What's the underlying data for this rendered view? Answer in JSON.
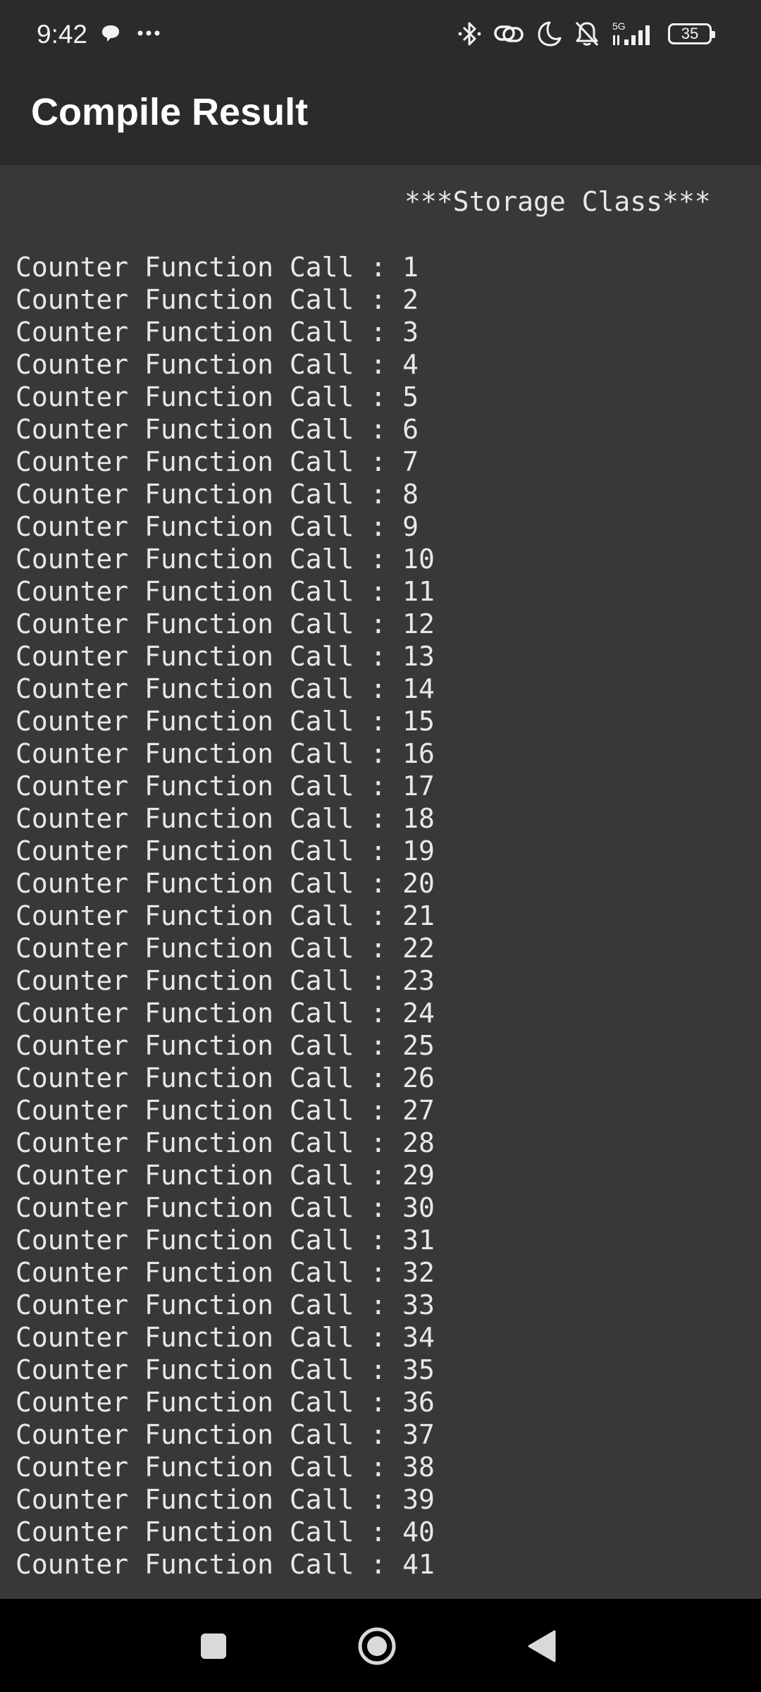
{
  "status_bar": {
    "time": "9:42",
    "left_icons": [
      "chat-bubble-icon",
      "more-dots-icon"
    ],
    "right_icons": [
      "bluetooth-icon",
      "link-icon",
      "moon-icon",
      "bell-off-icon",
      "signal-5g-icon"
    ],
    "network": "5G",
    "battery": "35"
  },
  "app_bar": {
    "title": "Compile Result"
  },
  "console": {
    "header": "***Storage Class***",
    "lines": [
      "Counter Function Call : 1",
      "Counter Function Call : 2",
      "Counter Function Call : 3",
      "Counter Function Call : 4",
      "Counter Function Call : 5",
      "Counter Function Call : 6",
      "Counter Function Call : 7",
      "Counter Function Call : 8",
      "Counter Function Call : 9",
      "Counter Function Call : 10",
      "Counter Function Call : 11",
      "Counter Function Call : 12",
      "Counter Function Call : 13",
      "Counter Function Call : 14",
      "Counter Function Call : 15",
      "Counter Function Call : 16",
      "Counter Function Call : 17",
      "Counter Function Call : 18",
      "Counter Function Call : 19",
      "Counter Function Call : 20",
      "Counter Function Call : 21",
      "Counter Function Call : 22",
      "Counter Function Call : 23",
      "Counter Function Call : 24",
      "Counter Function Call : 25",
      "Counter Function Call : 26",
      "Counter Function Call : 27",
      "Counter Function Call : 28",
      "Counter Function Call : 29",
      "Counter Function Call : 30",
      "Counter Function Call : 31",
      "Counter Function Call : 32",
      "Counter Function Call : 33",
      "Counter Function Call : 34",
      "Counter Function Call : 35",
      "Counter Function Call : 36",
      "Counter Function Call : 37",
      "Counter Function Call : 38",
      "Counter Function Call : 39",
      "Counter Function Call : 40",
      "Counter Function Call : 41"
    ]
  },
  "nav_bar": {
    "buttons": [
      "recents-square-icon",
      "home-circle-icon",
      "back-triangle-icon"
    ]
  },
  "colors": {
    "status_bar_bg": "#2b2b2b",
    "app_bar_bg": "#2b2b2b",
    "console_bg": "#383838",
    "nav_bar_bg": "#000000",
    "text": "#e8e8e8"
  }
}
